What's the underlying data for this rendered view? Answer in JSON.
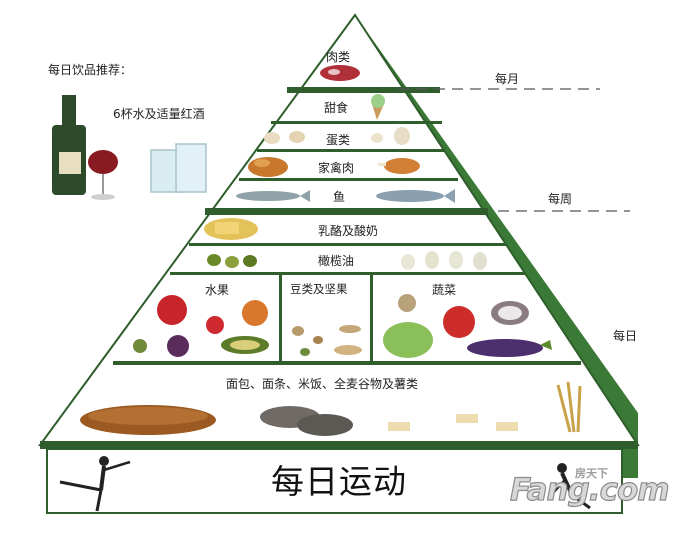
{
  "drinks": {
    "title": "每日饮品推荐：",
    "label": "6杯水及适量红酒"
  },
  "tiers": [
    {
      "id": "meat",
      "label": "肉类"
    },
    {
      "id": "sweets",
      "label": "甜食"
    },
    {
      "id": "eggs",
      "label": "蛋类"
    },
    {
      "id": "poultry",
      "label": "家禽肉"
    },
    {
      "id": "fish",
      "label": "鱼"
    },
    {
      "id": "dairy",
      "label": "乳酪及酸奶"
    },
    {
      "id": "olive-oil",
      "label": "橄榄油"
    },
    {
      "id": "fruit",
      "label": "水果"
    },
    {
      "id": "legumes-nuts",
      "label": "豆类及坚果"
    },
    {
      "id": "vegetables",
      "label": "蔬菜"
    },
    {
      "id": "grains",
      "label": "面包、面条、米饭、全麦谷物及薯类"
    }
  ],
  "frequency": {
    "monthly": "每月",
    "weekly": "每周",
    "daily": "每日"
  },
  "base": {
    "label": "每日运动"
  },
  "watermark": {
    "brand": "Fang.com",
    "top_text": "房天下"
  },
  "colors": {
    "frame_green": "#2f5e2c",
    "side_green": "#3b7a36",
    "dash": "#555555"
  }
}
